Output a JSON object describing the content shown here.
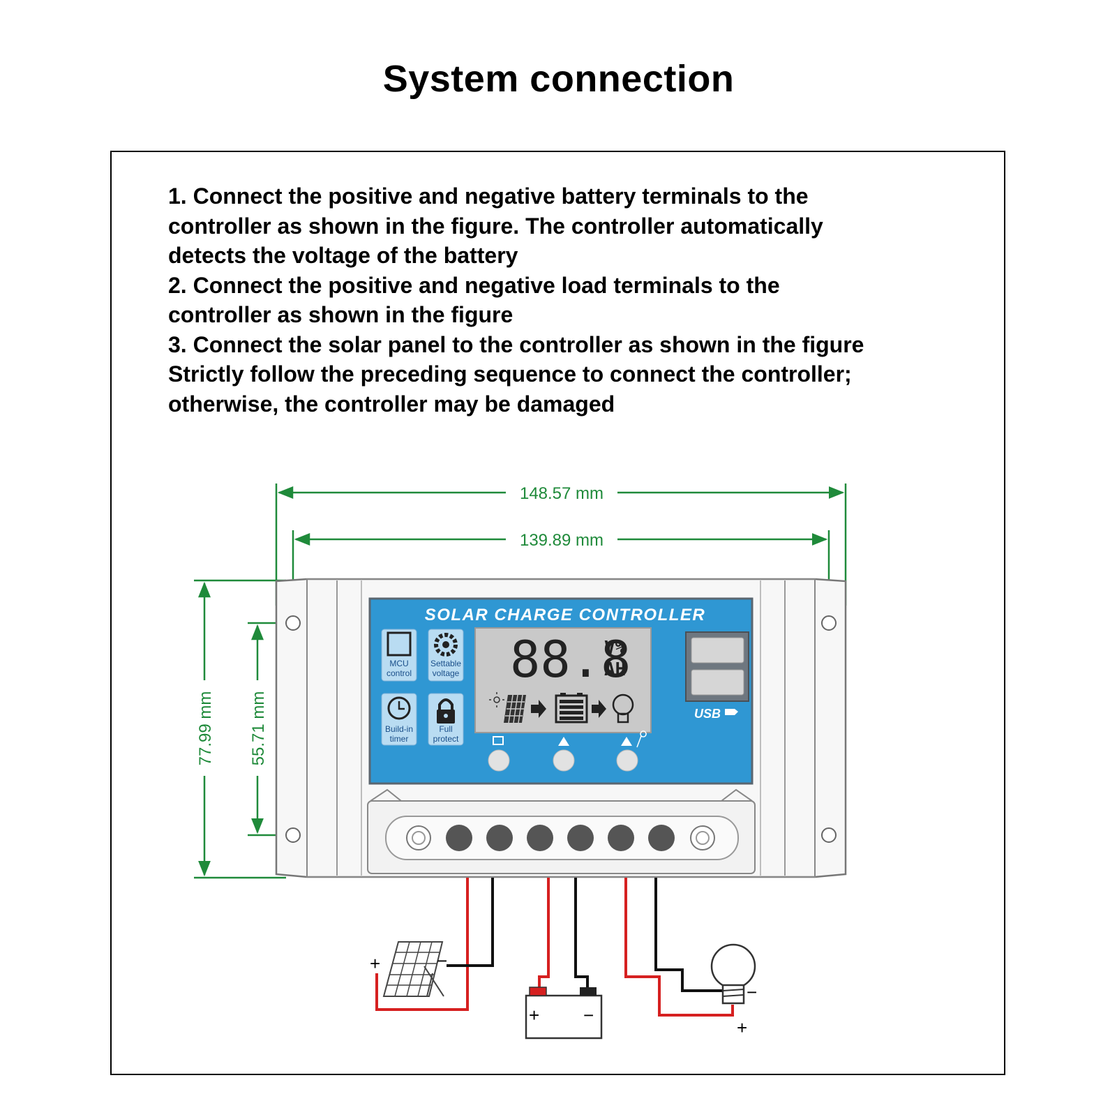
{
  "title": "System connection",
  "instructions": [
    "1. Connect the positive and negative battery terminals to the",
    "controller as shown in the figure. The controller automatically",
    "detects the voltage of the battery",
    "2. Connect the positive and negative load terminals to the",
    "controller as shown in the figure",
    "3. Connect the solar panel to the controller as shown in the figure",
    "Strictly follow the preceding sequence to connect the controller;",
    "otherwise, the controller may be damaged"
  ],
  "dimensions": {
    "overall_width": "148.57 mm",
    "hole_spacing_width": "139.89 mm",
    "overall_height": "77.99 mm",
    "hole_spacing_height": "55.71 mm"
  },
  "controller": {
    "panel_title": "SOLAR CHARGE CONTROLLER",
    "lcd_digits": "88.8",
    "lcd_unit_top": "V%",
    "lcd_unit_bottom": "AH",
    "features": [
      {
        "line1": "MCU",
        "line2": "control",
        "icon": "chip-icon"
      },
      {
        "line1": "Settable",
        "line2": "voltage",
        "icon": "gear-icon"
      },
      {
        "line1": "Build-in",
        "line2": "timer",
        "icon": "clock-icon"
      },
      {
        "line1": "Full",
        "line2": "protect",
        "icon": "lock-icon"
      }
    ],
    "usb_label": "USB"
  },
  "terminal_signs": {
    "solar_plus": "+",
    "solar_minus": "−",
    "battery_plus": "+",
    "battery_minus": "−",
    "load_plus": "+",
    "load_minus": "−"
  },
  "colors": {
    "dimension_lines": "#1f8a3a",
    "panel_blue": "#2f97d3",
    "positive_wire": "#d62020",
    "negative_wire": "#111111"
  }
}
